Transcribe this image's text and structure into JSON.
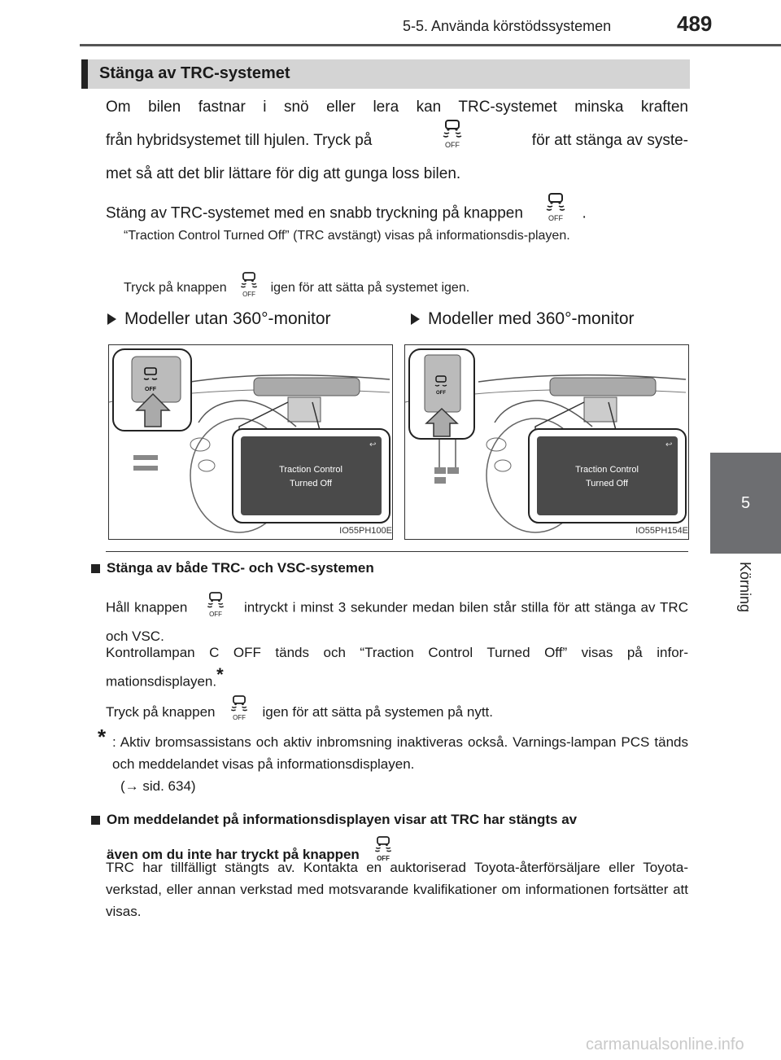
{
  "header": {
    "section_title": "5-5. Använda körstödssystemen",
    "page_number": "489"
  },
  "side_tab": {
    "chapter_number": "5",
    "chapter_label": "Körning"
  },
  "section": {
    "heading": "Stänga av TRC-systemet",
    "para1_line1": "Om bilen fastnar i snö eller lera kan TRC-systemet minska kraften",
    "para1_line2a": "från hybridsystemet till hjulen. Tryck på",
    "para1_line2b": "för att stänga av syste-",
    "para1_line3": "met så att det blir lättare för dig att gunga loss bilen.",
    "para2a": "Stäng av TRC-systemet med en snabb tryckning på knappen",
    "para2b": ".",
    "note1": "“Traction Control Turned Off” (TRC avstängt) visas på informationsdis-playen.",
    "note2a": "Tryck på knappen",
    "note2b": "igen för att sätta på systemet igen."
  },
  "icon": {
    "name": "vsc-off-icon",
    "label": "OFF"
  },
  "figures": {
    "left_label": "Modeller utan 360°-monitor",
    "right_label": "Modeller med 360°-monitor",
    "left_code": "IO55PH100E",
    "right_code": "IO55PH154E",
    "screen_line1": "Traction Control",
    "screen_line2": "Turned Off",
    "button_label": "OFF"
  },
  "sub1": {
    "heading": "Stänga av både TRC- och VSC-systemen",
    "p1a": "Håll knappen",
    "p1b": "intryckt i minst 3 sekunder medan bilen står stilla för att stänga av TRC och VSC.",
    "p2": "Kontrollampan C OFF tänds och “Traction Control Turned Off” visas på infor-mationsdisplayen.",
    "p2_star": "*",
    "p3a": "Tryck på knappen",
    "p3b": "igen för att sätta på systemen på nytt.",
    "footnote_star": "*",
    "footnote": ": Aktiv bromsassistans och aktiv inbromsning inaktiveras också. Varnings-lampan PCS tänds och meddelandet visas på informationsdisplayen.",
    "footnote_ref": "(→ sid. 634)"
  },
  "sub2": {
    "heading_line1": "Om meddelandet på informationsdisplayen visar att TRC har stängts av",
    "heading_line2": "även om du inte har tryckt på knappen",
    "body": "TRC har tillfälligt stängts av. Kontakta en auktoriserad Toyota-återförsäljare eller Toyota-verkstad, eller annan verkstad med motsvarande kvalifikationer om informationen fortsätter att visas."
  },
  "watermark": "carmanualsonline.info"
}
